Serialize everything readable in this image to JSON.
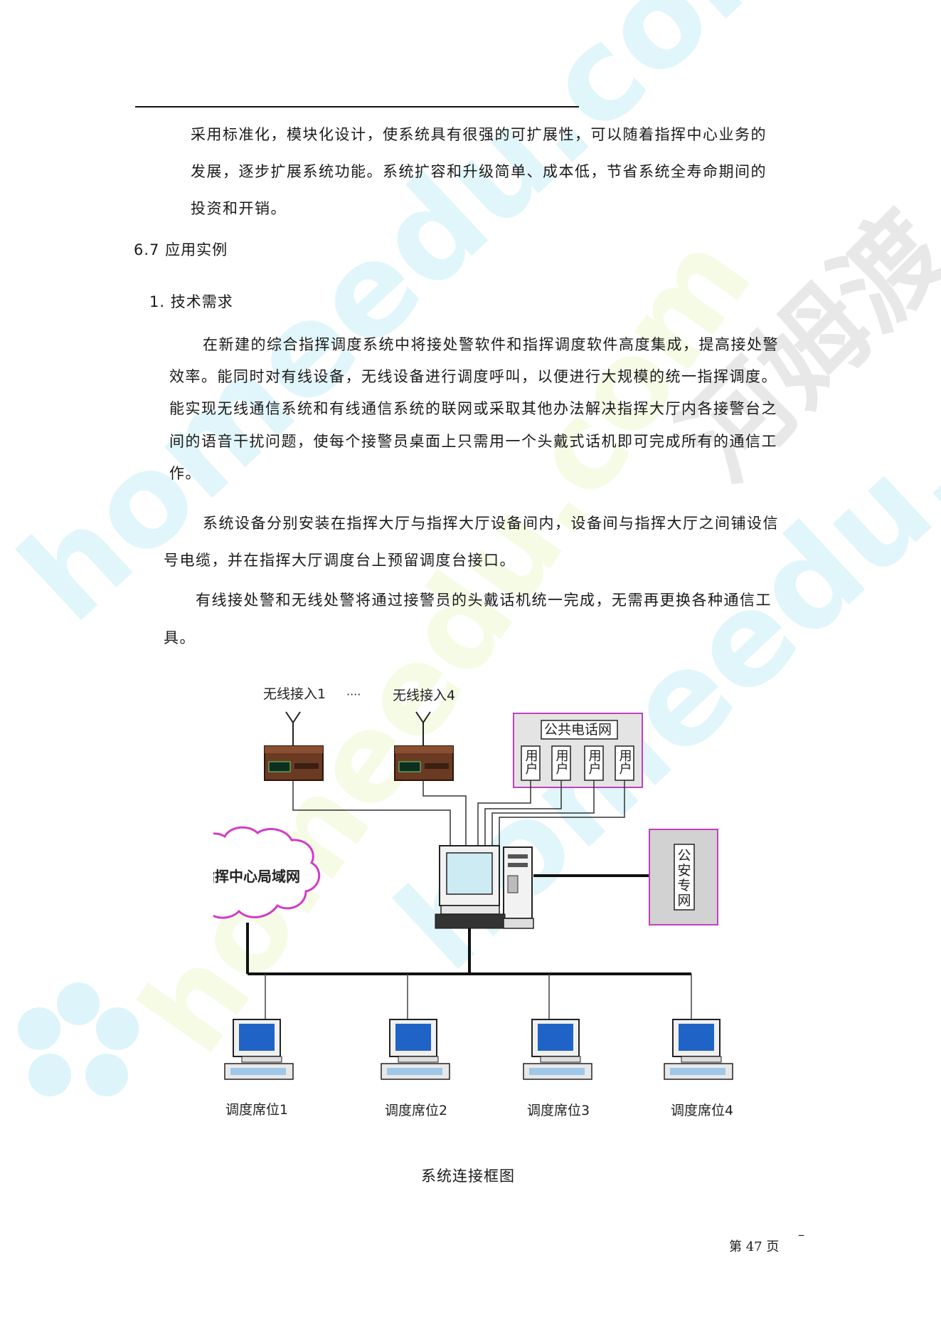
{
  "header": {},
  "paragraph_1": [
    "采用标准化，模块化设计，使系统具有很强的可扩展性，可以随着指挥中心业务的",
    "发展，逐步扩展系统功能。系统扩容和升级简单、成本低，节省系统全寿命期间的",
    "投资和开销。"
  ],
  "section": {
    "title": "6.7 应用实例"
  },
  "subsection": {
    "title": "1. 技术需求"
  },
  "paragraph_2": [
    "在新建的综合指挥调度系统中将接处警软件和指挥调度软件高度集成，提高接处警",
    "效率。能同时对有线设备，无线设备进行调度呼叫，以便进行大规模的统一指挥调度。",
    "能实现无线通信系统和有线通信系统的联网或采取其他办法解决指挥大厅内各接警台之",
    "间的语音干扰问题，使每个接警员桌面上只需用一个头戴式话机即可完成所有的通信工",
    "作。"
  ],
  "paragraph_3": [
    "系统设备分别安装在指挥大厅与指挥大厅设备间内，设备间与指挥大厅之间铺设信",
    "号电缆，并在指挥大厅调度台上预留调度台接口。"
  ],
  "paragraph_4": [
    "有线接处警和无线处警将通过接警员的头戴话机统一完成，无需再更换各种通信工",
    "具。"
  ],
  "diagram": {
    "wireless_1": "无线接入1",
    "dots": "····",
    "wireless_4": "无线接入4",
    "pstn": "公共电话网",
    "users": [
      "用户",
      "用户",
      "用户",
      "用户"
    ],
    "lan": "指挥中心局域网",
    "police": [
      "公",
      "安",
      "专",
      "网"
    ],
    "stations": [
      "调度席位1",
      "调度席位2",
      "调度席位3",
      "调度席位4"
    ],
    "colors": {
      "screen": "#1f63c6",
      "panel_border": "#c040c0",
      "panel_fill": "#e4e4e4",
      "radio_body": "#6b3a23",
      "radio_display": "#0c2f22",
      "cloud_stroke": "#d23bc8"
    }
  },
  "figure_caption": "系统连接框图",
  "page": {
    "label": "第 47 页",
    "dash": "–"
  },
  "watermarks": {
    "cyan_text": "homeedu.com",
    "yellow_text": "homeedu.com",
    "gray_text": "河姆渡"
  }
}
